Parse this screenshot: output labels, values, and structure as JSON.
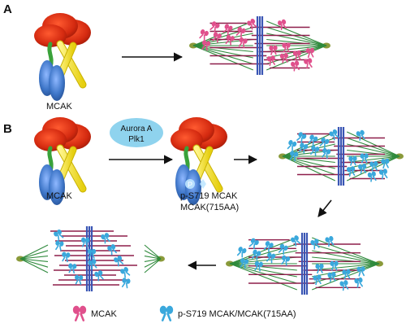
{
  "panels": {
    "a": {
      "letter": "A",
      "protein_label": "MCAK"
    },
    "b": {
      "letter": "B",
      "protein_label": "MCAK",
      "kinase_line1": "Aurora A",
      "kinase_line2": "Plk1",
      "phospho_label_line1": "p-S719 MCAK",
      "phospho_label_line2": "MCAK(715AA)"
    }
  },
  "legend": {
    "mcak": "MCAK",
    "phospho": "p-S719 MCAK/MCAK(715AA)"
  },
  "colors": {
    "motor_red": "#d42a10",
    "motor_blue": "#3e76c8",
    "coil_yellow": "#f2e21a",
    "neck_green": "#3aa23a",
    "kinase_bubble": "#8fd3ee",
    "microtubule_maroon": "#8e1e4a",
    "spindle_green": "#2f8a3c",
    "chromosome_blue": "#3a56b4",
    "pole": "#8a9a3a",
    "mcak_pink": "#e0508c",
    "phospho_cyan": "#3aa8dc"
  },
  "icons": {
    "mcak_marker": "pink-dimer-icon",
    "phospho_marker": "cyan-dimer-icon",
    "process_arrow": "arrow-right-icon"
  }
}
